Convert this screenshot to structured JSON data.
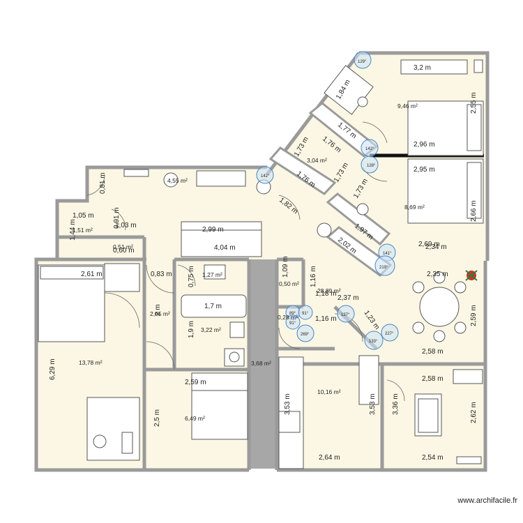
{
  "watermark": "www.archifacile.fr",
  "areas": {
    "a1": "9,46 m²",
    "a2": "3,04 m²",
    "a3": "8,69 m²",
    "a4": "4,55 m²",
    "a5": "1,51 m²",
    "a6": "0,51 m²",
    "a7": "1,27 m²",
    "a8": "0,50 m²",
    "a9": "28,89 m²",
    "a10": "2,95 m²",
    "a11": "3,22 m²",
    "a12": "13,78 m²",
    "a13": "0,28 m²",
    "a14": "10,16 m²",
    "a15": "6,49 m²",
    "a16": "3,68 m²"
  },
  "dims": {
    "d1": "3,2 m",
    "d2": "1,84 m",
    "d3": "2,55 m",
    "d4": "1,77 m",
    "d5": "2,96 m",
    "d6": "2,95 m",
    "d7": "1,73 m",
    "d8": "1,76 m",
    "d9": "1,73 m",
    "d10": "1,76 m",
    "d11": "1,73 m",
    "d12": "1,82 m",
    "d13": "0,81 m",
    "d14": "1,05 m",
    "d15": "0,91 m",
    "d16": "1,44 m",
    "d17": "1,03 m",
    "d18": "2,99 m",
    "d19": "1,97 m",
    "d20": "2,66 m",
    "d21": "2,69 m",
    "d22": "2,34 m",
    "d23": "2,02 m",
    "d24": "4,04 m",
    "d25": "0,60 m",
    "d26": "2,61 m",
    "d27": "0,83 m",
    "d28": "0,75 m",
    "d29": "1,09 m",
    "d30": "1,16 m",
    "d31": "2,35 m",
    "d32": "2,37 m",
    "d33": "1,7 m",
    "d34": "2 m",
    "d35": "1,9 m",
    "d36": "1,18 m",
    "d37": "1,16 m",
    "d38": "1,23 m",
    "d39": "2,59 m",
    "d40": "2,58 m",
    "d41": "6,29 m",
    "d42": "2,59 m",
    "d43": "2,58 m",
    "d44": "3,36 m",
    "d45": "3,53 m",
    "d46": "3,53 m",
    "d47": "2,62 m",
    "d48": "2,5 m",
    "d49": "2,64 m",
    "d50": "2,54 m"
  },
  "angles": {
    "g1": "129°",
    "g2": "142°",
    "g3": "128°",
    "g4": "142°",
    "g5": "141°",
    "g6": "219°",
    "g7": "89°",
    "g8": "91°",
    "g9": "91°",
    "g10": "137°",
    "g11": "269°",
    "g12": "133°",
    "g13": "227°"
  }
}
